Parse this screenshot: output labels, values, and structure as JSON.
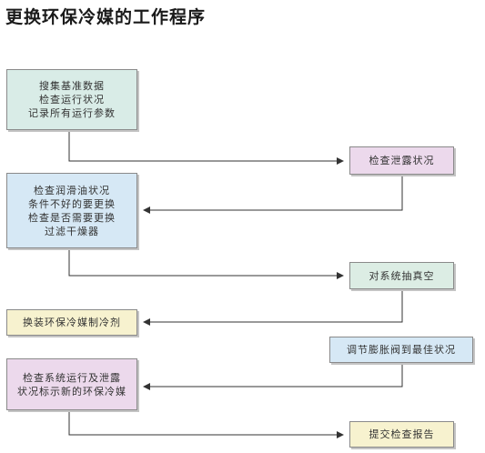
{
  "title": "更换环保冷媒的工作程序",
  "steps": [
    {
      "id": "s1",
      "text": "搜集基准数据\n检查运行状况\n记录所有运行参数",
      "color": "#d9ece7"
    },
    {
      "id": "s2",
      "text": "检查泄露状况",
      "color": "#ecd9ec"
    },
    {
      "id": "s3",
      "text": "检查润滑油状况\n条件不好的要更换\n检查是否需要更换\n过滤干燥器",
      "color": "#d6e8f5"
    },
    {
      "id": "s4",
      "text": "对系统抽真空",
      "color": "#dcede4"
    },
    {
      "id": "s5",
      "text": "换装环保冷媒制冷剂",
      "color": "#f7f2cf"
    },
    {
      "id": "s6",
      "text": "调节膨胀阀到最佳状况",
      "color": "#d6e8f5"
    },
    {
      "id": "s7",
      "text": "检查系统运行及泄露\n状况标示新的环保冷媒",
      "color": "#ecd9ec"
    },
    {
      "id": "s8",
      "text": "提交检查报告",
      "color": "#f7f2cf"
    }
  ]
}
